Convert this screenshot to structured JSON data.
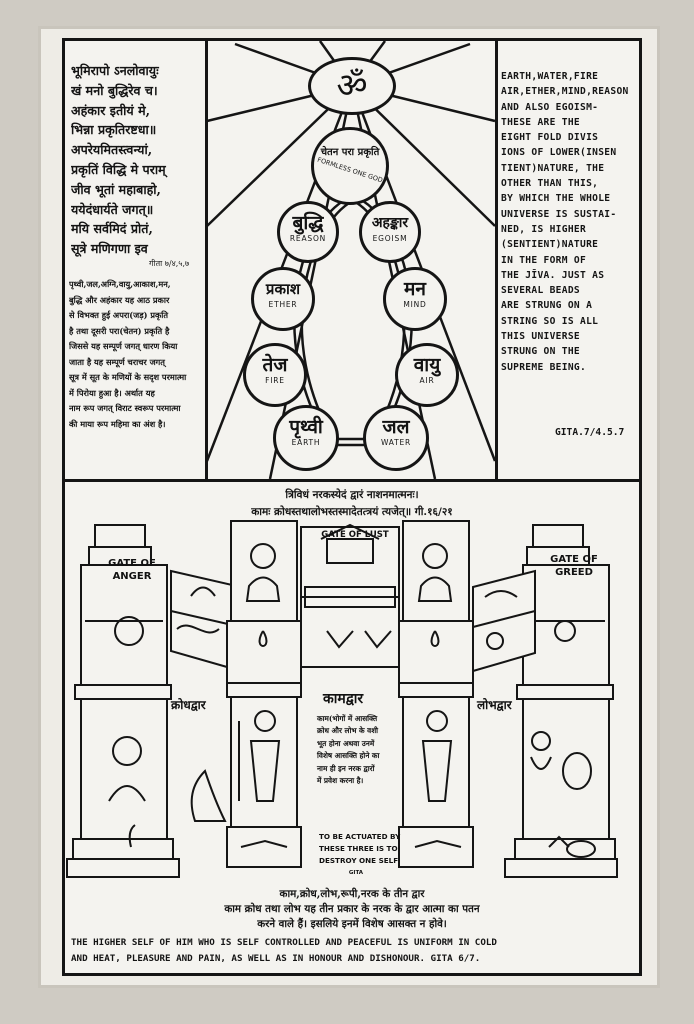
{
  "top": {
    "symbol": "ॐ",
    "top_node": {
      "hindi": "चेतन परा प्रकृति",
      "english": "FORMLESS ONE GOD"
    },
    "nodes": [
      {
        "hindi": "बुद्धि",
        "english": "REASON"
      },
      {
        "hindi": "अहङ्कार",
        "english": "EGOISM"
      },
      {
        "hindi": "प्रकाश",
        "english": "ETHER"
      },
      {
        "hindi": "मन",
        "english": "MIND"
      },
      {
        "hindi": "तेज",
        "english": "FIRE"
      },
      {
        "hindi": "वायु",
        "english": "AIR"
      },
      {
        "hindi": "पृथ्वी",
        "english": "EARTH"
      },
      {
        "hindi": "जल",
        "english": "WATER"
      }
    ],
    "left_sanskrit": [
      "भूमिरापो ऽनलोवायुः",
      "खं मनो बुद्धिरेव च।",
      "अहंकार इतीयं मे,",
      "भिन्ना प्रकृतिरष्टधा॥",
      "अपरेयमितस्त्वन्यां,",
      "प्रकृतिं विद्धि मे पराम्",
      "जीव भूतां महाबाहो,",
      "ययेदंधार्यते जगत्॥",
      "मयि सर्वमिदं प्रोतं,",
      "सूत्रे मणिगणा इव"
    ],
    "left_reference": "गीता ७/४,५,७",
    "left_hindi": [
      "पृथ्वी,जल,अग्नि,वायु,आकाश,मन,",
      "बुद्धि और अहंकार यह आठ प्रकार",
      "से विभक्त हुई अपरा(जड़) प्रकृति",
      "है तथा दूसरी परा(चेतन) प्रकृति है",
      "जिससे यह सम्पूर्ण जगत् धारण किया",
      "जाता है यह सम्पूर्ण चराचर जगत्",
      "सूत्र में सूत के मणियों के सदृश परमात्मा",
      "में पिरोया हुआ है। अर्थात यह",
      "नाम रूप जगत् विराट स्वरूप परमात्मा",
      "की माया रूप महिमा का अंश है।"
    ],
    "right_english": [
      "EARTH,WATER,FIRE",
      "AIR,ETHER,MIND,REASON",
      "AND ALSO EGOISM-",
      "THESE ARE THE",
      "EIGHT FOLD DIVIS",
      "IONS OF LOWER(INSEN",
      "TIENT)NATURE, THE",
      "OTHER THAN THIS,",
      "BY WHICH THE WHOLE",
      "UNIVERSE IS SUSTAI-",
      "NED, IS HIGHER",
      "(SENTIENT)NATURE",
      "IN THE FORM OF",
      "THE JĪVA. JUST AS",
      "SEVERAL BEADS",
      "ARE STRUNG ON A",
      "STRING SO IS ALL",
      "THIS UNIVERSE",
      "STRUNG ON THE",
      "SUPREME BEING."
    ],
    "right_reference": "GITA.7/4.5.7"
  },
  "bottom": {
    "shloka": [
      "त्रिविधं नरकस्येदं द्वारं नाशनमात्मनः।",
      "कामः क्रोधस्तथालोभस्तस्मादेतत्त्रयं त्यजेत्॥ गी.१६/२१"
    ],
    "gate_anger": "GATE OF ANGER",
    "gate_lust": "GATE OF LUST",
    "gate_greed": "GATE OF GREED",
    "krodh_label": "क्रोधद्वार",
    "kaam_label": "कामद्वार",
    "lobh_label": "लोभद्वार",
    "middle_hindi": [
      "काम(भोगों में आसक्ति",
      "क्रोध और लोभ के वशी",
      "भूत होना अथवा उनमें",
      "विशेष आसक्ति होने का",
      "नाम ही इन नरक द्वारों",
      "में प्रवेश करना है।"
    ],
    "middle_english": [
      "TO BE ACTUATED BY",
      "THESE THREE IS TO",
      "DESTROY ONE SELF",
      "GITA"
    ],
    "closing_hindi": [
      "काम,क्रोध,लोभ,रूपी,नरक के तीन द्वार",
      "काम क्रोध तथा लोभ यह तीन प्रकार के नरक के द्वार आत्मा का पतन",
      "करने वाले हैं। इसलिये इनमें विशेष आसक्त न होवे।"
    ],
    "closing_english": [
      "THE HIGHER SELF OF HIM WHO IS SELF CONTROLLED AND PEACEFUL IS UNIFORM IN COLD",
      "AND  HEAT, PLEASURE AND PAIN, AS WELL AS IN HONOUR AND DISHONOUR.   GITA 6/7."
    ]
  }
}
